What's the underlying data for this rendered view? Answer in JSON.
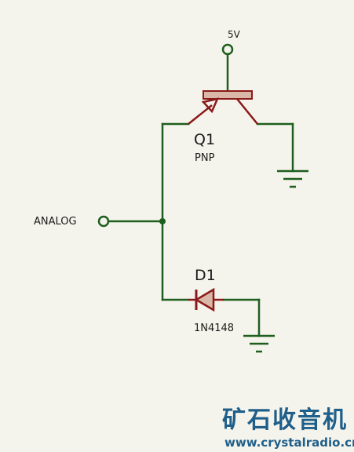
{
  "power": {
    "label": "5V"
  },
  "transistor": {
    "ref": "Q1",
    "type": "PNP"
  },
  "diode": {
    "ref": "D1",
    "part": "1N4148"
  },
  "input": {
    "label": "ANALOG"
  },
  "watermark": {
    "text": "矿石收音机",
    "url": "www.crystalradio.cn"
  },
  "colors": {
    "wire": "#1e5e1e",
    "component": "#8b1a1a",
    "component_fill": "#d9b8a8",
    "background": "#f5f4ec",
    "watermark": "#1f5f8a"
  }
}
